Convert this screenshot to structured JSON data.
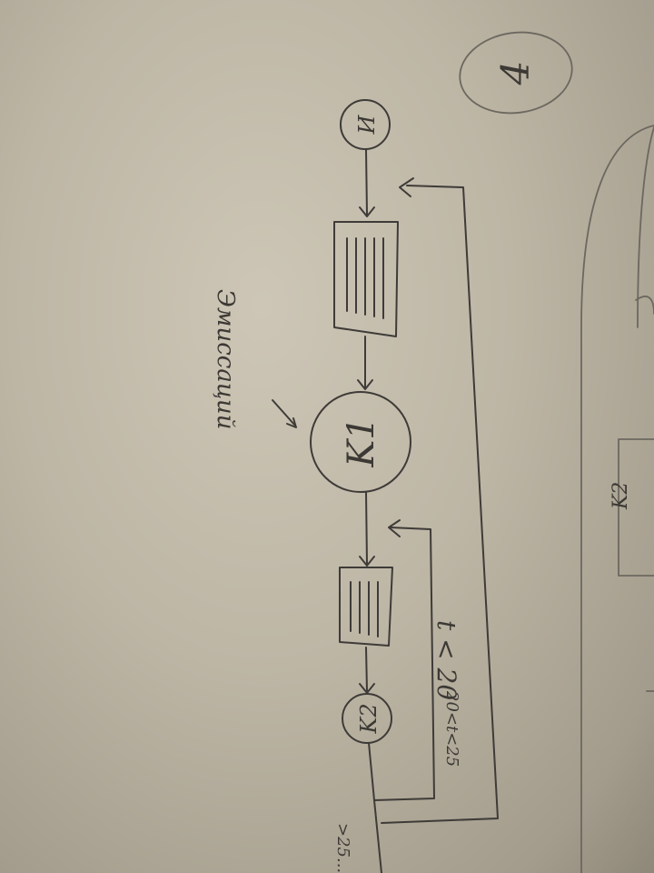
{
  "page_number": "4",
  "nodes": {
    "source": "И",
    "channel_1": "K1",
    "channel_2": "K2",
    "channel_far": "K2"
  },
  "annotations": {
    "note_under_k1": "Эмиссаций",
    "condition_outer": "t < 20",
    "condition_inner": "20<t<25",
    "condition_exit": ">25..."
  },
  "colors": {
    "paper": "#c9c2b2",
    "ink": "#3e3b38"
  }
}
